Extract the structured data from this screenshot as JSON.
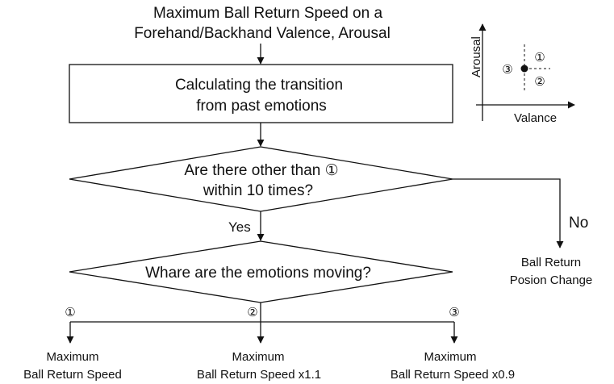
{
  "title": {
    "line1": "Maximum Ball Return Speed on a",
    "line2": "Forehand/Backhand Valence, Arousal"
  },
  "process": {
    "line1": "Calculating the transition",
    "line2": "from past emotions"
  },
  "decision1": {
    "line1": "Are there other than ①",
    "line2": "within 10 times?"
  },
  "decision2": {
    "text": "Whare are the emotions moving?"
  },
  "labels": {
    "yes": "Yes",
    "no": "No"
  },
  "no_result": {
    "line1": "Ball Return",
    "line2": "Posion Change"
  },
  "branches": [
    {
      "marker": "①",
      "line1": "Maximum",
      "line2": "Ball Return Speed"
    },
    {
      "marker": "②",
      "line1": "Maximum",
      "line2": "Ball Return Speed x1.1"
    },
    {
      "marker": "③",
      "line1": "Maximum",
      "line2": "Ball Return Speed x0.9"
    }
  ],
  "axes_inset": {
    "y_label": "Arousal",
    "x_label": "Valance",
    "regions": [
      "①",
      "②",
      "③"
    ]
  }
}
